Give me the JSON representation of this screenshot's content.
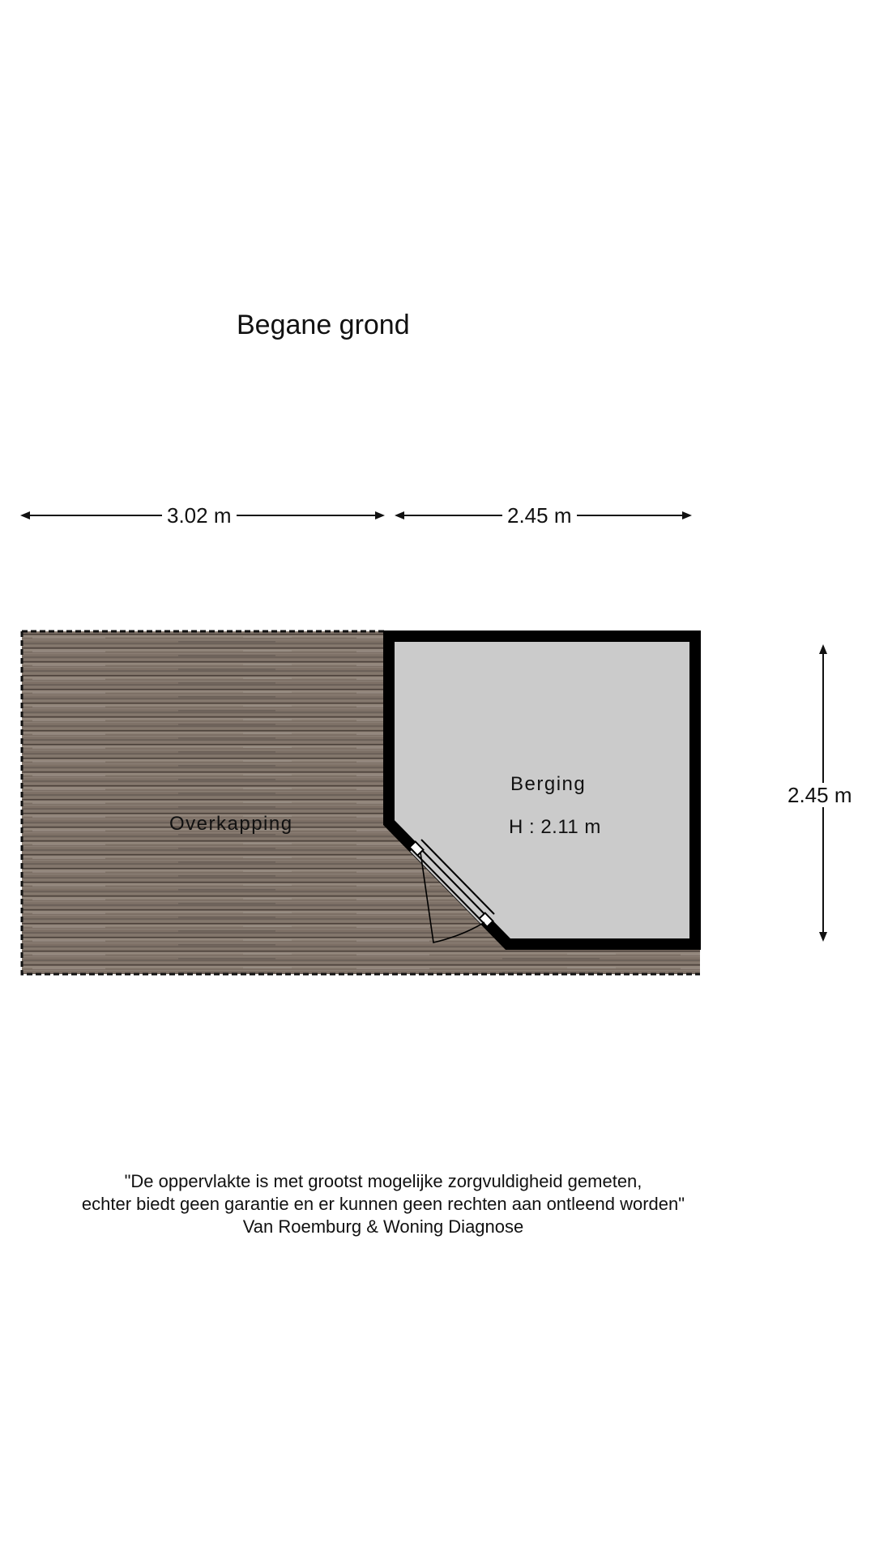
{
  "title": "Begane grond",
  "dimensions": {
    "width_left": "3.02 m",
    "width_right": "2.45 m",
    "depth_right": "2.45 m"
  },
  "rooms": {
    "overkapping": {
      "name": "Overkapping"
    },
    "berging": {
      "name": "Berging",
      "height": "H : 2.11 m"
    }
  },
  "disclaimer": {
    "line1": "\"De oppervlakte is met grootst mogelijke zorgvuldigheid gemeten,",
    "line2": "echter biedt geen garantie en er kunnen geen rechten aan ontleend worden\"",
    "line3": "Van Roemburg & Woning Diagnose"
  },
  "colors": {
    "wood": "#7d7066",
    "wall": "#000000",
    "room_fill": "#cbcbcb"
  }
}
